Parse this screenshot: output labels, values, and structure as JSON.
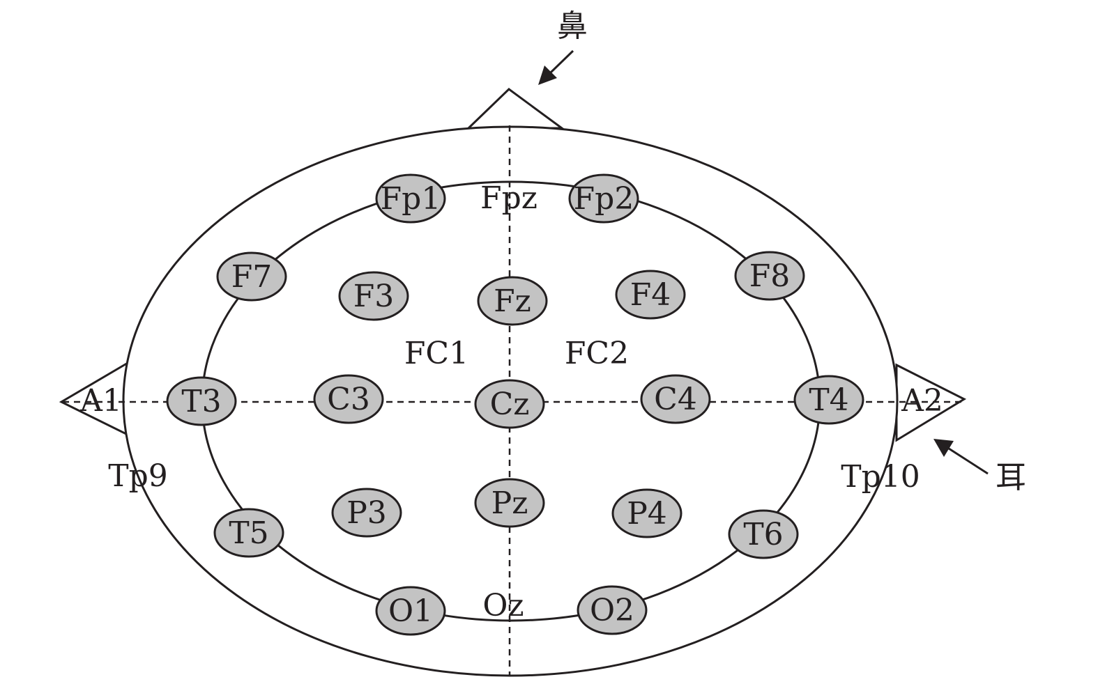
{
  "annotations": {
    "nose": "鼻",
    "ear": "耳"
  },
  "electrodes": {
    "Fp1": "Fp1",
    "Fp2": "Fp2",
    "F7": "F7",
    "F3": "F3",
    "Fz": "Fz",
    "F4": "F4",
    "F8": "F8",
    "T3": "T3",
    "C3": "C3",
    "Cz": "Cz",
    "C4": "C4",
    "T4": "T4",
    "T5": "T5",
    "P3": "P3",
    "Pz": "Pz",
    "P4": "P4",
    "T6": "T6",
    "O1": "O1",
    "O2": "O2"
  },
  "positions": {
    "Fpz": "Fpz",
    "FC1": "FC1",
    "FC2": "FC2",
    "Oz": "Oz",
    "A1": "A1",
    "A2": "A2",
    "Tp9": "Tp9",
    "Tp10": "Tp10"
  },
  "colors": {
    "electrode_fill": "#c3c3c3",
    "line": "#231f20"
  }
}
